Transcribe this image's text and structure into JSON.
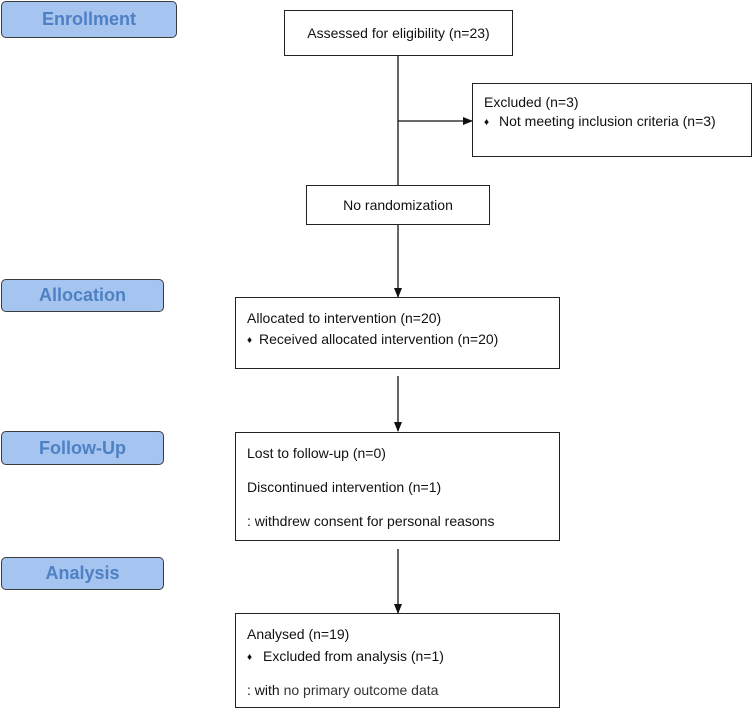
{
  "stages": {
    "enrollment": "Enrollment",
    "allocation": "Allocation",
    "follow_up": "Follow-Up",
    "analysis": "Analysis"
  },
  "assessed": {
    "text": "Assessed for eligibility (n=23)"
  },
  "excluded": {
    "title": "Excluded (n=3)",
    "bullet": "♦",
    "item": "Not meeting inclusion criteria (n=3)"
  },
  "no_randomization": {
    "text": "No randomization"
  },
  "allocated": {
    "title": "Allocated to intervention (n=20)",
    "bullet": "♦",
    "item": "Received allocated intervention (n=20)"
  },
  "followup": {
    "lost": "Lost to follow-up (n=0)",
    "discontinued": "Discontinued intervention (n=1)",
    "reason": ": withdrew consent for personal reasons"
  },
  "analysis": {
    "title": "Analysed (n=19)",
    "bullet": "♦",
    "item": "Excluded from analysis (n=1)",
    "note_prefix": ": with",
    "note_rest": "no primary outcome data"
  }
}
